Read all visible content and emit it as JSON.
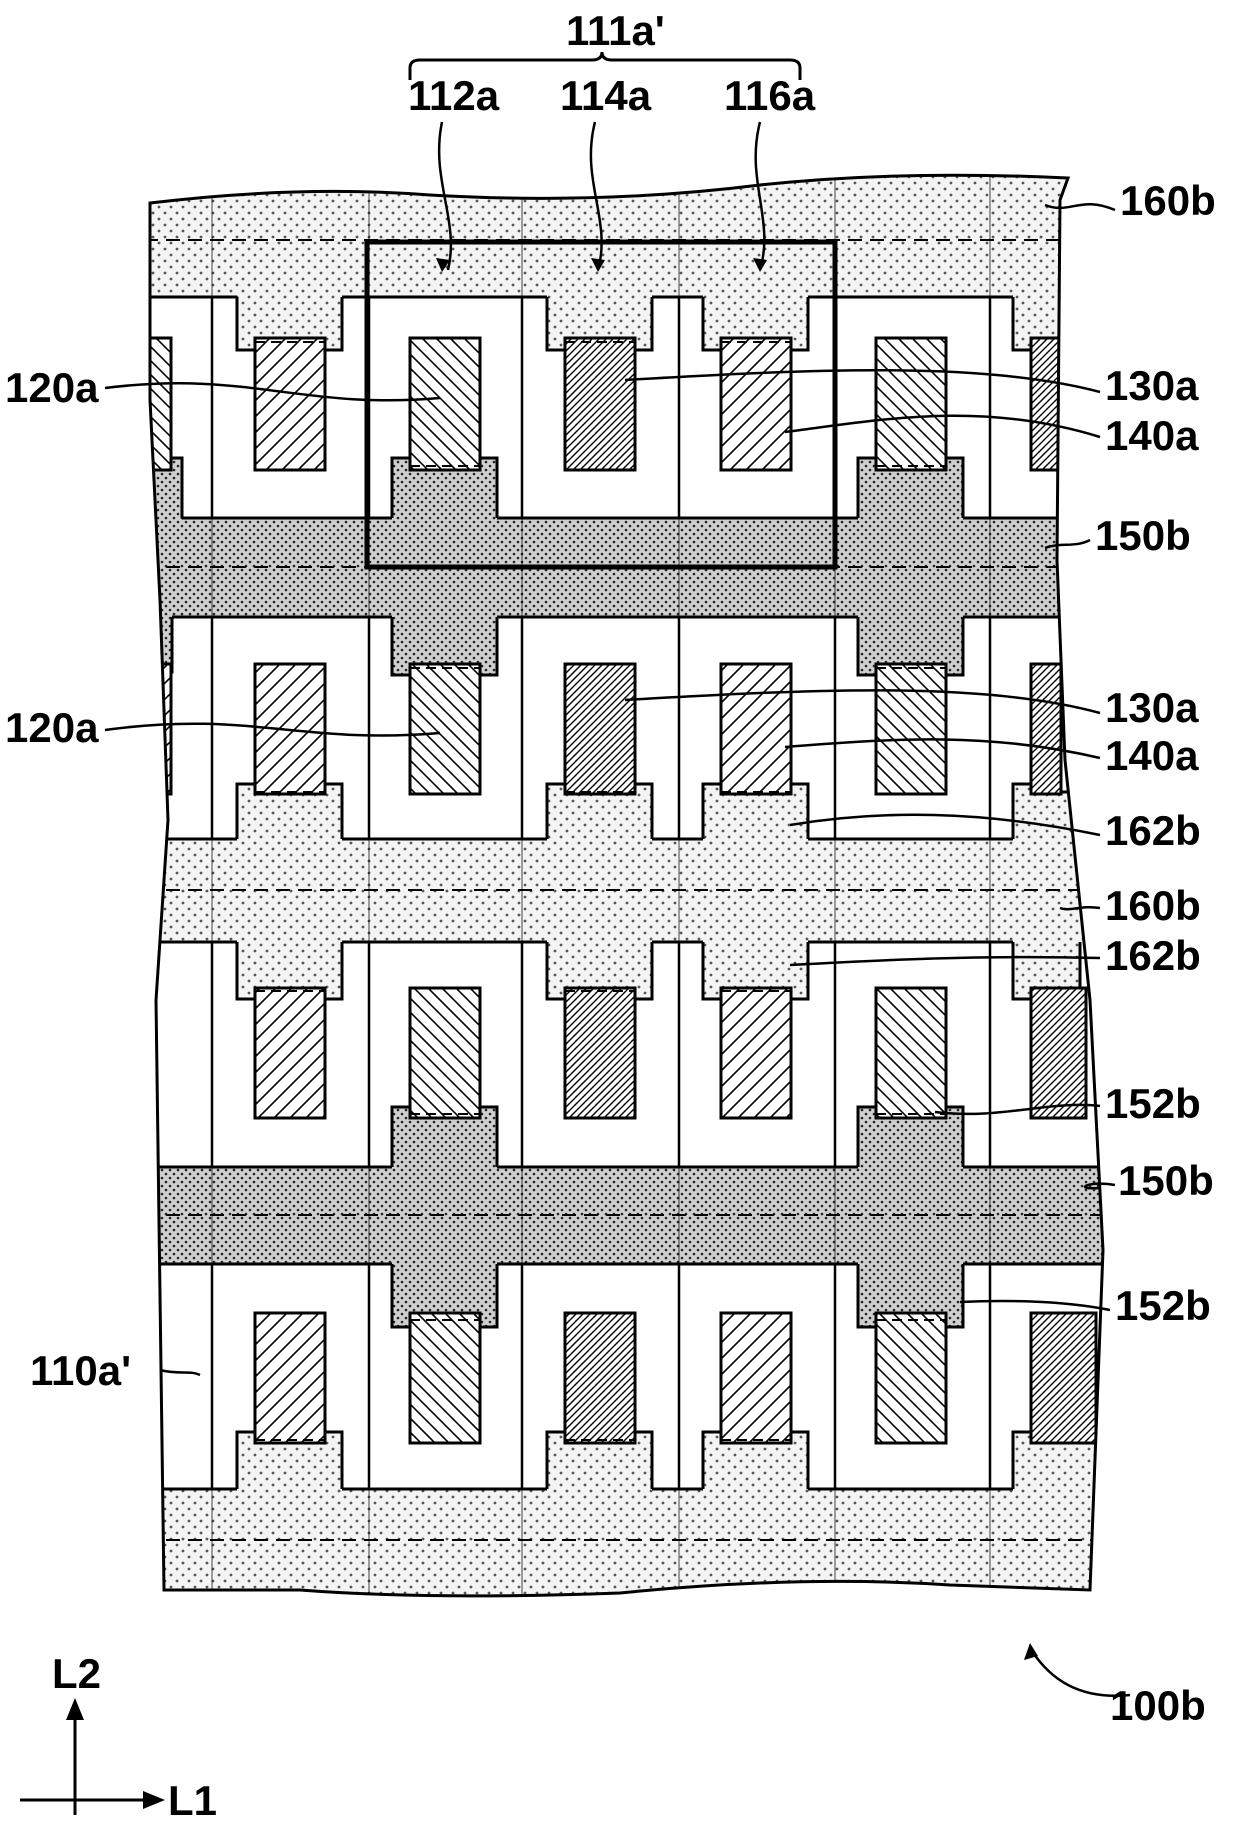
{
  "figure": {
    "labels": {
      "group": "111a'",
      "sub1": "112a",
      "sub2": "114a",
      "sub3": "116a",
      "l120_top": "120a",
      "l120_mid": "120a",
      "l110": "110a'",
      "l160_top": "160b",
      "l130_top": "130a",
      "l140_top": "140a",
      "l150_top": "150b",
      "l130_mid": "130a",
      "l140_mid": "140a",
      "l162_a": "162b",
      "l160_mid": "160b",
      "l162_b": "162b",
      "l152_a": "152b",
      "l150_bot": "150b",
      "l152_b": "152b",
      "l100": "100b",
      "axis_l2": "L2",
      "axis_l1": "L1"
    },
    "colors": {
      "ink": "#000000",
      "light_fill": "#ececec",
      "dark_fill": "#c9c9c9",
      "background": "#ffffff"
    }
  }
}
